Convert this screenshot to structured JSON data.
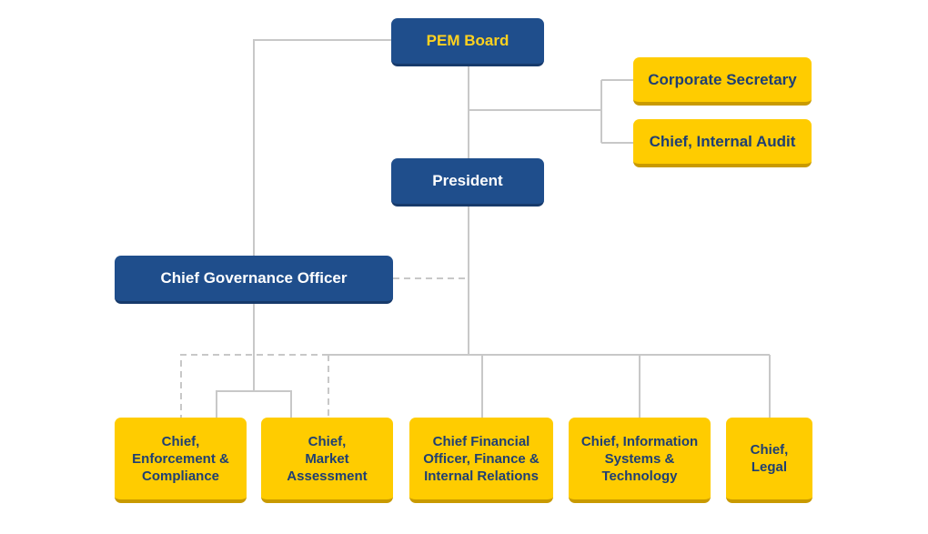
{
  "org": {
    "board": "PEM Board",
    "president": "President",
    "governance": "Chief Governance Officer",
    "secretary": "Corporate Secretary",
    "audit": "Chief, Internal Audit",
    "enforcement": "Chief,\nEnforcement &\nCompliance",
    "market": "Chief,\nMarket\nAssessment",
    "finance": "Chief Financial\nOfficer, Finance &\nInternal Relations",
    "it": "Chief, Information\nSystems &\nTechnology",
    "legal": "Chief,\nLegal"
  },
  "colors": {
    "primary_box": "#1f4e8c",
    "secondary_box": "#ffcc00",
    "title_text": "#ffd21f",
    "connector": "#c8c8c8"
  }
}
